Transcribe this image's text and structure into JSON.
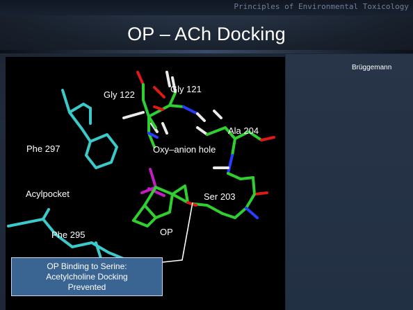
{
  "header": {
    "course_title": "Principles of Environmental Toxicology",
    "slide_title": "OP – ACh Docking"
  },
  "credit": "Brüggemann",
  "figure": {
    "labels": {
      "gly122": "Gly 122",
      "gly121": "Gly 121",
      "ala204": "Ala 204",
      "phe297": "Phe 297",
      "oxyanion": "Oxy–anion hole",
      "acylpocket": "Acylpocket",
      "ser203": "Ser 203",
      "phe295": "Phe 295",
      "op": "OP"
    }
  },
  "callout": {
    "line1": "OP Binding to Serine:",
    "line2": "Acetylcholine Docking",
    "line3": "Prevented"
  },
  "colors": {
    "carbon_green": "#2fcf2f",
    "carbon_cyan": "#3cc9c9",
    "oxygen_red": "#e01818",
    "nitrogen_blue": "#2a3cff",
    "hydrogen_white": "#eaeaea",
    "phosphorus_magenta": "#c41cc4",
    "callout_fill": "#3a6593"
  }
}
